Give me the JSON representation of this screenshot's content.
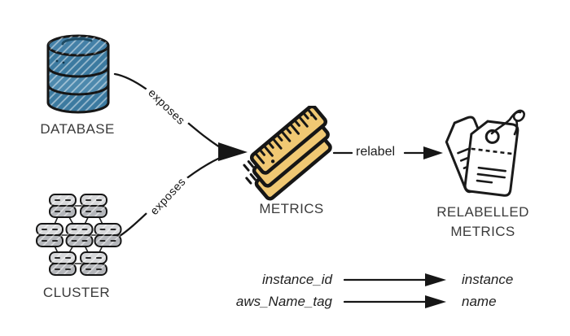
{
  "nodes": {
    "database": {
      "label": "DATABASE"
    },
    "cluster": {
      "label": "CLUSTER"
    },
    "metrics": {
      "label": "METRICS"
    },
    "relabelled_metrics": {
      "label_line1": "RELABELLED",
      "label_line2": "METRICS"
    }
  },
  "edges": {
    "database_to_metrics": {
      "label": "exposes"
    },
    "cluster_to_metrics": {
      "label": "exposes"
    },
    "metrics_to_relabelled": {
      "label": "relabel"
    }
  },
  "label_mappings": [
    {
      "from": "instance_id",
      "to": "instance"
    },
    {
      "from": "aws_Name_tag",
      "to": "name"
    }
  ],
  "icons": {
    "database": "database-cylinder-icon",
    "cluster": "server-cluster-icon",
    "metrics": "ruler-stack-icon",
    "relabelled_metrics": "price-tags-icon"
  },
  "colors": {
    "database_fill": "#3c7aa0",
    "database_top": "#4480a7",
    "database_light": "#4d89ad",
    "ruler_fill": "#f0c873",
    "node_light": "#d7d8da",
    "node_dark": "#b4b6ba",
    "outline": "#161616",
    "text": "#3a3a3a"
  }
}
